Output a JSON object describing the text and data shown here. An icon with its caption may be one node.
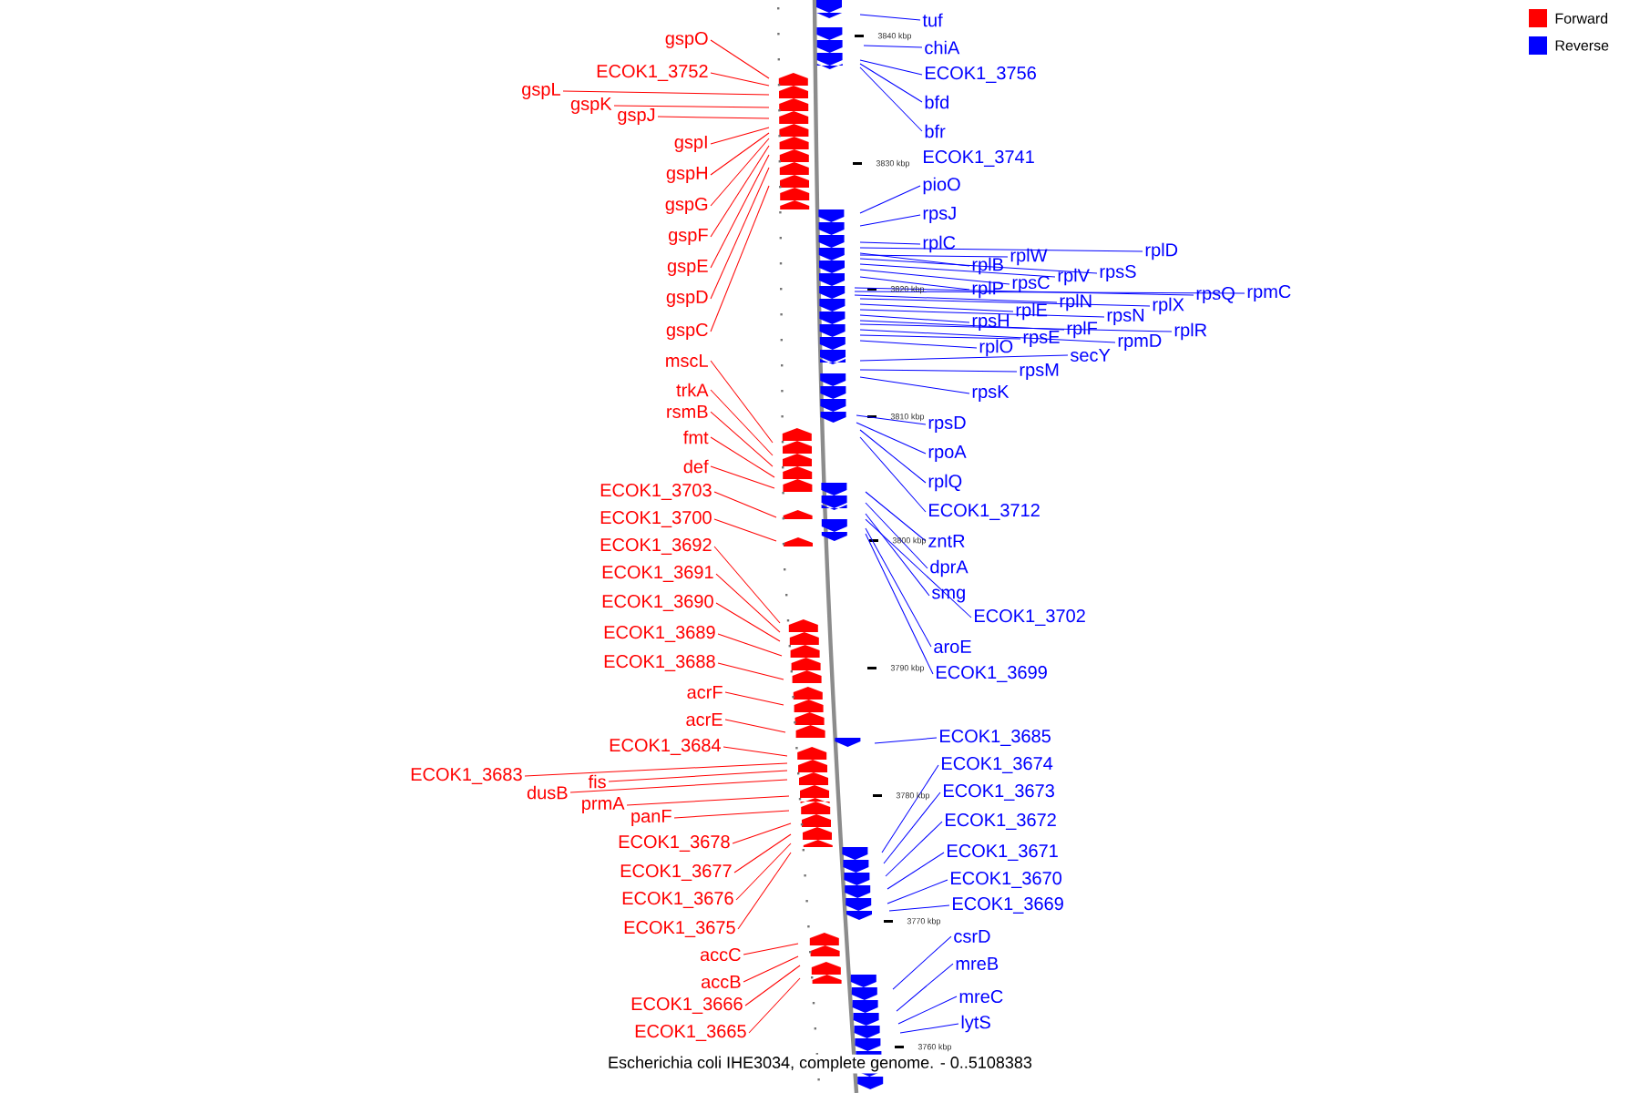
{
  "diagram": {
    "caption": "Escherichia coli IHE3034, complete genome. - 0..5108383",
    "nodes": [
      {
        "text": [
          "gspO"
        ]
      },
      {
        "text": [
          "ECOK1_3752"
        ]
      },
      {
        "text": [
          "gspL"
        ]
      },
      {
        "text": [
          "gspK"
        ]
      },
      {
        "text": [
          "gspJ"
        ]
      },
      {
        "text": [
          "gspI"
        ]
      },
      {
        "text": [
          "gspH"
        ]
      },
      {
        "text": [
          "gspG"
        ]
      },
      {
        "text": [
          "gspF"
        ]
      },
      {
        "text": [
          "gspE"
        ]
      },
      {
        "text": [
          "gspD"
        ]
      },
      {
        "text": [
          "gspC"
        ]
      },
      {
        "text": [
          "mscL"
        ]
      },
      {
        "text": [
          "trkA"
        ]
      },
      {
        "text": [
          "rsmB"
        ]
      },
      {
        "text": [
          "fmt"
        ]
      },
      {
        "text": [
          "def"
        ]
      },
      {
        "text": [
          "ECOK1_3703"
        ]
      },
      {
        "text": [
          "ECOK1_3700"
        ]
      },
      {
        "text": [
          "ECOK1_3692"
        ]
      },
      {
        "text": [
          "ECOK1_3691"
        ]
      },
      {
        "text": [
          "ECOK1_3690"
        ]
      },
      {
        "text": [
          "ECOK1_3689"
        ]
      },
      {
        "text": [
          "ECOK1_3688"
        ]
      },
      {
        "text": [
          "acrF"
        ]
      },
      {
        "text": [
          "acrE"
        ]
      },
      {
        "text": [
          "ECOK1_3684"
        ]
      },
      {
        "text": [
          "ECOK1_3683"
        ]
      },
      {
        "text": [
          "fis"
        ]
      },
      {
        "text": [
          "dusB"
        ]
      },
      {
        "text": [
          "prmA"
        ]
      },
      {
        "text": [
          "panF"
        ]
      },
      {
        "text": [
          "ECOK1_3678"
        ]
      },
      {
        "text": [
          "ECOK1_3677"
        ]
      },
      {
        "text": [
          "ECOK1_3676"
        ]
      },
      {
        "text": [
          "ECOK1_3675"
        ]
      },
      {
        "text": [
          "accC"
        ]
      },
      {
        "text": [
          "accB"
        ]
      },
      {
        "text": [
          "ECOK1_3666"
        ]
      },
      {
        "text": [
          "ECOK1_3665"
        ]
      },
      {
        "text": [
          "tuf"
        ]
      },
      {
        "text": [
          "chiA"
        ]
      },
      {
        "text": [
          "ECOK1_3756"
        ]
      },
      {
        "text": [
          "bfd"
        ]
      },
      {
        "text": [
          "bfr"
        ]
      },
      {
        "text": [
          "pioO"
        ]
      },
      {
        "text": [
          "rpsJ"
        ]
      },
      {
        "text": [
          "rplC"
        ]
      },
      {
        "text": [
          "rplD"
        ]
      },
      {
        "text": [
          "rplB"
        ]
      },
      {
        "text": [
          "rplW"
        ]
      },
      {
        "text": [
          "rpsS"
        ]
      },
      {
        "text": [
          "rplV"
        ]
      },
      {
        "text": [
          "rpsC"
        ]
      },
      {
        "text": [
          "rplP"
        ]
      },
      {
        "text": [
          "rpsQ"
        ]
      },
      {
        "text": [
          "rpmC"
        ]
      },
      {
        "text": [
          "rplN"
        ]
      },
      {
        "text": [
          "rplX"
        ]
      },
      {
        "text": [
          "rplE"
        ]
      },
      {
        "text": [
          "rpsN"
        ]
      },
      {
        "text": [
          "rpsH"
        ]
      },
      {
        "text": [
          "rplF"
        ]
      },
      {
        "text": [
          "rplR"
        ]
      },
      {
        "text": [
          "rpmD"
        ]
      },
      {
        "text": [
          "rpsE"
        ]
      },
      {
        "text": [
          "rplO"
        ]
      },
      {
        "text": [
          "secY"
        ]
      },
      {
        "text": [
          "rpsM"
        ]
      },
      {
        "text": [
          "rpsK"
        ]
      },
      {
        "text": [
          "rpsD"
        ]
      },
      {
        "text": [
          "rpoA"
        ]
      },
      {
        "text": [
          "rplQ"
        ]
      },
      {
        "text": [
          "ECOK1_3712"
        ]
      },
      {
        "text": [
          "zntR"
        ]
      },
      {
        "text": [
          "dprA"
        ]
      },
      {
        "text": [
          "smg"
        ]
      },
      {
        "text": [
          "ECOK1_3702"
        ]
      },
      {
        "text": [
          "aroE"
        ]
      },
      {
        "text": [
          "ECOK1_3699"
        ]
      },
      {
        "text": [
          "ECOK1_3685"
        ]
      },
      {
        "text": [
          "ECOK1_3674"
        ]
      },
      {
        "text": [
          "ECOK1_3673"
        ]
      },
      {
        "text": [
          "ECOK1_3672"
        ]
      },
      {
        "text": [
          "ECOK1_3671"
        ]
      },
      {
        "text": [
          "ECOK1_3670"
        ]
      },
      {
        "text": [
          "ECOK1_3669"
        ]
      },
      {
        "text": [
          "csrD"
        ]
      },
      {
        "text": [
          "mreB"
        ]
      },
      {
        "text": [
          "mreC"
        ]
      },
      {
        "text": [
          "lytS"
        ]
      }
    ],
    "edges": [
      {
        "from": 0,
        "to": null,
        "arrow": "none",
        "color": "#ff0000"
      },
      {
        "from": 1,
        "to": null,
        "arrow": "none",
        "color": "#ff0000"
      },
      {
        "from": 2,
        "to": null,
        "arrow": "none",
        "color": "#ff0000"
      },
      {
        "from": 3,
        "to": null,
        "arrow": "none",
        "color": "#ff0000"
      },
      {
        "from": 4,
        "to": null,
        "arrow": "none",
        "color": "#ff0000"
      },
      {
        "from": 5,
        "to": null,
        "arrow": "none",
        "color": "#ff0000"
      },
      {
        "from": 6,
        "to": null,
        "arrow": "none",
        "color": "#ff0000"
      },
      {
        "from": 7,
        "to": null,
        "arrow": "none",
        "color": "#ff0000"
      },
      {
        "from": 8,
        "to": null,
        "arrow": "none",
        "color": "#ff0000"
      },
      {
        "from": 9,
        "to": null,
        "arrow": "none",
        "color": "#ff0000"
      },
      {
        "from": 10,
        "to": null,
        "arrow": "none",
        "color": "#ff0000"
      },
      {
        "from": 11,
        "to": null,
        "arrow": "none",
        "color": "#ff0000"
      },
      {
        "from": 12,
        "to": null,
        "arrow": "none",
        "color": "#ff0000"
      },
      {
        "from": 13,
        "to": null,
        "arrow": "none",
        "color": "#ff0000"
      },
      {
        "from": 14,
        "to": null,
        "arrow": "none",
        "color": "#ff0000"
      },
      {
        "from": 15,
        "to": null,
        "arrow": "none",
        "color": "#ff0000"
      },
      {
        "from": 16,
        "to": null,
        "arrow": "none",
        "color": "#ff0000"
      },
      {
        "from": 17,
        "to": null,
        "arrow": "none",
        "color": "#ff0000"
      },
      {
        "from": 18,
        "to": null,
        "arrow": "none",
        "color": "#ff0000"
      },
      {
        "from": 19,
        "to": null,
        "arrow": "none",
        "color": "#ff0000"
      },
      {
        "from": 20,
        "to": null,
        "arrow": "none",
        "color": "#ff0000"
      },
      {
        "from": 21,
        "to": null,
        "arrow": "none",
        "color": "#ff0000"
      },
      {
        "from": 22,
        "to": null,
        "arrow": "none",
        "color": "#ff0000"
      },
      {
        "from": 23,
        "to": null,
        "arrow": "none",
        "color": "#ff0000"
      },
      {
        "from": 24,
        "to": null,
        "arrow": "none",
        "color": "#ff0000"
      },
      {
        "from": 25,
        "to": null,
        "arrow": "none",
        "color": "#ff0000"
      },
      {
        "from": 26,
        "to": null,
        "arrow": "none",
        "color": "#ff0000"
      },
      {
        "from": 27,
        "to": null,
        "arrow": "none",
        "color": "#ff0000"
      },
      {
        "from": 28,
        "to": null,
        "arrow": "none",
        "color": "#ff0000"
      },
      {
        "from": 29,
        "to": null,
        "arrow": "none",
        "color": "#ff0000"
      },
      {
        "from": 30,
        "to": null,
        "arrow": "none",
        "color": "#ff0000"
      },
      {
        "from": 31,
        "to": null,
        "arrow": "none",
        "color": "#ff0000"
      },
      {
        "from": 32,
        "to": null,
        "arrow": "none",
        "color": "#ff0000"
      },
      {
        "from": 33,
        "to": null,
        "arrow": "none",
        "color": "#ff0000"
      },
      {
        "from": 34,
        "to": null,
        "arrow": "none",
        "color": "#ff0000"
      },
      {
        "from": 35,
        "to": null,
        "arrow": "none",
        "color": "#ff0000"
      },
      {
        "from": 36,
        "to": null,
        "arrow": "none",
        "color": "#ff0000"
      },
      {
        "from": 37,
        "to": null,
        "arrow": "none",
        "color": "#ff0000"
      },
      {
        "from": 38,
        "to": null,
        "arrow": "none",
        "color": "#ff0000"
      },
      {
        "from": 39,
        "to": null,
        "arrow": "none",
        "color": "#ff0000"
      },
      {
        "from": 40,
        "to": null,
        "arrow": "none"
      },
      {
        "from": 41,
        "to": null,
        "arrow": "none"
      },
      {
        "from": 42,
        "to": null,
        "arrow": "none"
      },
      {
        "from": 43,
        "to": null,
        "arrow": "none"
      },
      {
        "from": 44,
        "to": null,
        "arrow": "none"
      },
      {
        "from": 45,
        "to": null,
        "arrow": "none"
      },
      {
        "from": 46,
        "to": null,
        "arrow": "none"
      },
      {
        "from": 47,
        "to": null,
        "arrow": "none"
      },
      {
        "from": 48,
        "to": null,
        "arrow": "none"
      },
      {
        "from": 49,
        "to": null,
        "arrow": "none"
      },
      {
        "from": 50,
        "to": null,
        "arrow": "none"
      },
      {
        "from": 51,
        "to": null,
        "arrow": "none"
      },
      {
        "from": 52,
        "to": null,
        "arrow": "none"
      },
      {
        "from": 53,
        "to": null,
        "arrow": "none"
      },
      {
        "from": 54,
        "to": null,
        "arrow": "none"
      },
      {
        "from": 55,
        "to": null,
        "arrow": "none"
      },
      {
        "from": 56,
        "to": null,
        "arrow": "none"
      },
      {
        "from": 57,
        "to": null,
        "arrow": "none"
      },
      {
        "from": 58,
        "to": null,
        "arrow": "none"
      },
      {
        "from": 59,
        "to": null,
        "arrow": "none"
      },
      {
        "from": 60,
        "to": null,
        "arrow": "none"
      },
      {
        "from": 61,
        "to": null,
        "arrow": "none"
      },
      {
        "from": 62,
        "to": null,
        "arrow": "none"
      },
      {
        "from": 63,
        "to": null,
        "arrow": "none"
      },
      {
        "from": 64,
        "to": null,
        "arrow": "none"
      },
      {
        "from": 65,
        "to": null,
        "arrow": "none"
      },
      {
        "from": 66,
        "to": null,
        "arrow": "none"
      },
      {
        "from": 67,
        "to": null,
        "arrow": "none"
      },
      {
        "from": 68,
        "to": null,
        "arrow": "none"
      },
      {
        "from": 69,
        "to": null,
        "arrow": "none"
      },
      {
        "from": 70,
        "to": null,
        "arrow": "none"
      },
      {
        "from": 71,
        "to": null,
        "arrow": "none"
      },
      {
        "from": 72,
        "to": null,
        "arrow": "none"
      },
      {
        "from": 73,
        "to": null,
        "arrow": "none"
      },
      {
        "from": 74,
        "to": null,
        "arrow": "none"
      },
      {
        "from": 75,
        "to": null,
        "arrow": "none"
      },
      {
        "from": 76,
        "to": null,
        "arrow": "none"
      },
      {
        "from": 77,
        "to": null,
        "arrow": "none"
      },
      {
        "from": 78,
        "to": null,
        "arrow": "none"
      },
      {
        "from": 79,
        "to": null,
        "arrow": "none"
      },
      {
        "from": 80,
        "to": null,
        "arrow": "none"
      },
      {
        "from": 81,
        "to": null,
        "arrow": "none"
      },
      {
        "from": 82,
        "to": null,
        "arrow": "none"
      },
      {
        "from": 83,
        "to": null,
        "arrow": "none"
      },
      {
        "from": 84,
        "to": null,
        "arrow": "none"
      },
      {
        "from": 85,
        "to": null,
        "arrow": "none"
      },
      {
        "from": 86,
        "to": null,
        "arrow": "none"
      },
      {
        "from": 87,
        "to": null,
        "arrow": "none"
      },
      {
        "from": 88,
        "to": null,
        "arrow": "none"
      },
      {
        "from": 89,
        "to": null,
        "arrow": "none"
      },
      {
        "from": 90,
        "to": null,
        "arrow": "none"
      }
    ],
    "labels": [
      "3840 kbp",
      "ECOK1_3741",
      "3830 kbp",
      "3820 kbp",
      "3810 kbp",
      "3800 kbp",
      "3790 kbp",
      "3780 kbp",
      "3770 kbp",
      "3760 kbp"
    ],
    "legend": [
      {
        "text": "Forward",
        "color": "#ff0000"
      },
      {
        "text": "Reverse",
        "color": "#0000ff"
      }
    ]
  }
}
